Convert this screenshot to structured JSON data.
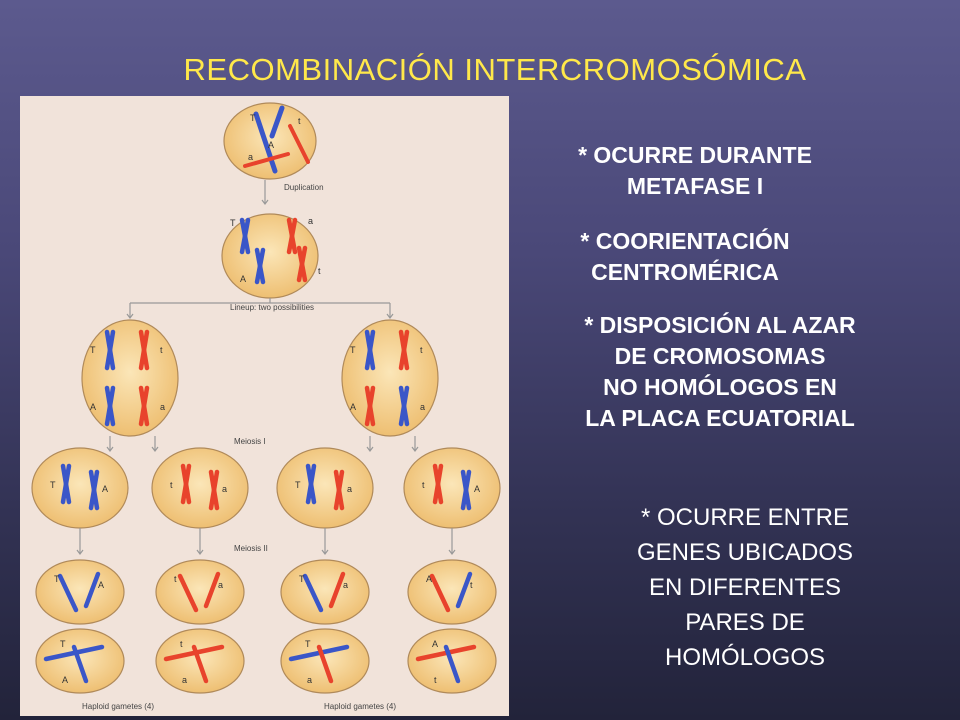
{
  "title": "RECOMBINACIÓN INTERCROMOSÓMICA",
  "bullets": [
    {
      "lines": [
        "* OCURRE DURANTE",
        "METAFASE I"
      ]
    },
    {
      "lines": [
        "* COORIENTACIÓN",
        "CENTROMÉRICA"
      ]
    },
    {
      "lines": [
        "* DISPOSICIÓN AL AZAR",
        "DE CROMOSOMAS",
        "NO HOMÓLOGOS EN",
        "LA PLACA ECUATORIAL"
      ]
    },
    {
      "lines": [
        "* OCURRE ENTRE",
        "GENES UBICADOS",
        "EN DIFERENTES",
        "PARES DE",
        "HOMÓLOGOS"
      ]
    }
  ],
  "figure": {
    "duplication_label": "Duplication",
    "lineup_label": "Lineup: two possibilities",
    "meiosis1_label": "Meiosis I",
    "meiosis2_label": "Meiosis II",
    "haploid_left": "Haploid gametes (4)",
    "haploid_right": "Haploid gametes (4)"
  },
  "colors": {
    "title": "#ffe84a",
    "text": "#ffffff",
    "chrom_blue": "#3a56c8",
    "chrom_red": "#e8432c",
    "cell": "#f7d9a0"
  }
}
